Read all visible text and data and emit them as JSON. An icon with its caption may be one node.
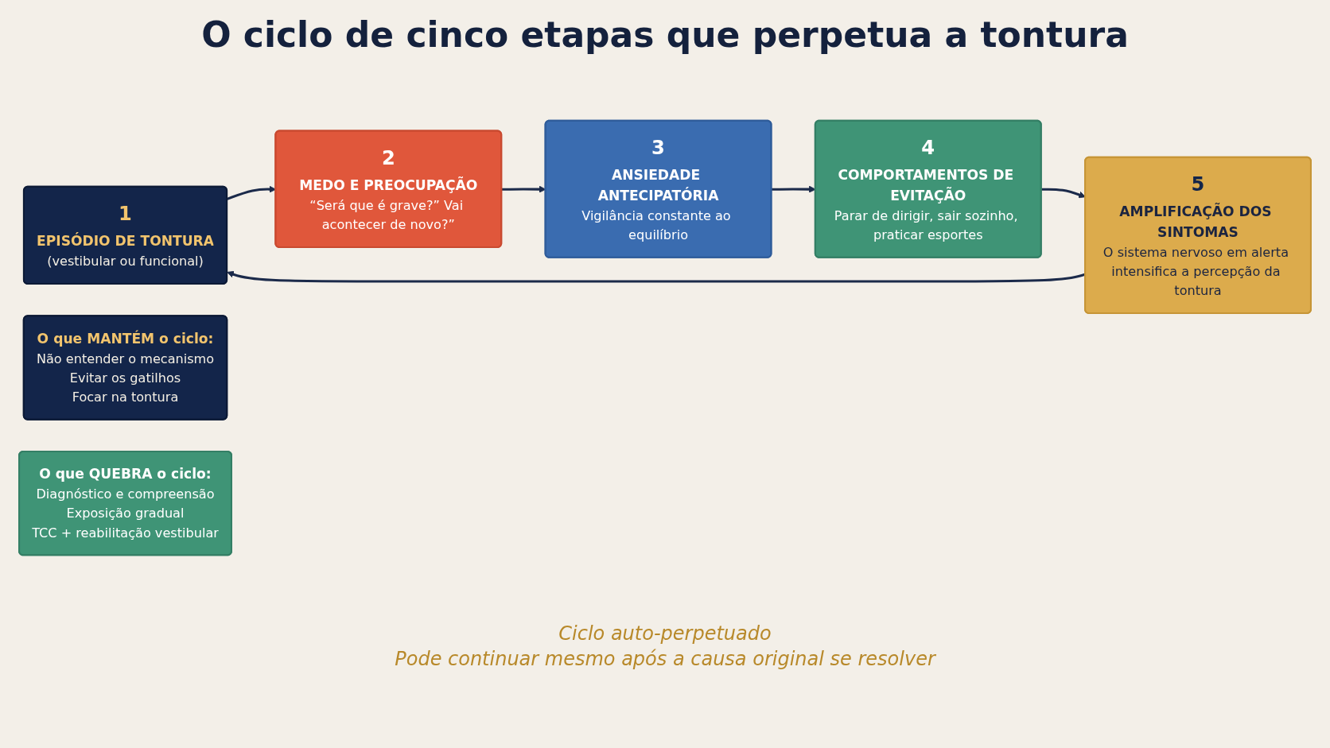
{
  "diagram": {
    "title": "O ciclo de cinco etapas que perpetua a tontura",
    "nodes": [
      {
        "text": [
          "1",
          "EPISÓDIO DE TONTURA",
          "(vestibular ou funcional)"
        ]
      },
      {
        "text": [
          "2",
          "MEDO E PREOCUPAÇÃO",
          "“Será que é grave?” Vai acontecer de novo?”"
        ]
      },
      {
        "text": [
          "3",
          "ANSIEDADE ANTECIPATÓRIA",
          "Vigilância constante ao equilíbrio"
        ]
      },
      {
        "text": [
          "4",
          "COMPORTAMENTOS DE EVITAÇÃO",
          "Parar de dirigir, sair sozinho, praticar esportes"
        ]
      },
      {
        "text": [
          "5",
          "AMPLIFICAÇÃO DOS SINTOMAS",
          "O sistema nervoso em alerta intensifica a percepção da tontura"
        ]
      },
      {
        "text": [
          "O que MANTÉM o ciclo:",
          "Não entender o mecanismo",
          "Evitar os gatilhos",
          "Focar na tontura"
        ]
      },
      {
        "text": [
          "O que QUEBRA o ciclo:",
          "Diagnóstico e compreensão",
          "Exposição gradual",
          "TCC + reabilitação vestibular"
        ]
      }
    ],
    "edges": [
      {
        "from": 0,
        "to": 1,
        "arrow": "to"
      },
      {
        "from": 1,
        "to": 2,
        "arrow": "to"
      },
      {
        "from": 2,
        "to": 3,
        "arrow": "to"
      },
      {
        "from": 3,
        "to": 4,
        "arrow": "to"
      },
      {
        "from": 4,
        "to": 0,
        "arrow": "to"
      }
    ],
    "labels": [
      "Ciclo auto-perpetuado",
      "Pode continuar mesmo após a causa original se resolver"
    ]
  }
}
